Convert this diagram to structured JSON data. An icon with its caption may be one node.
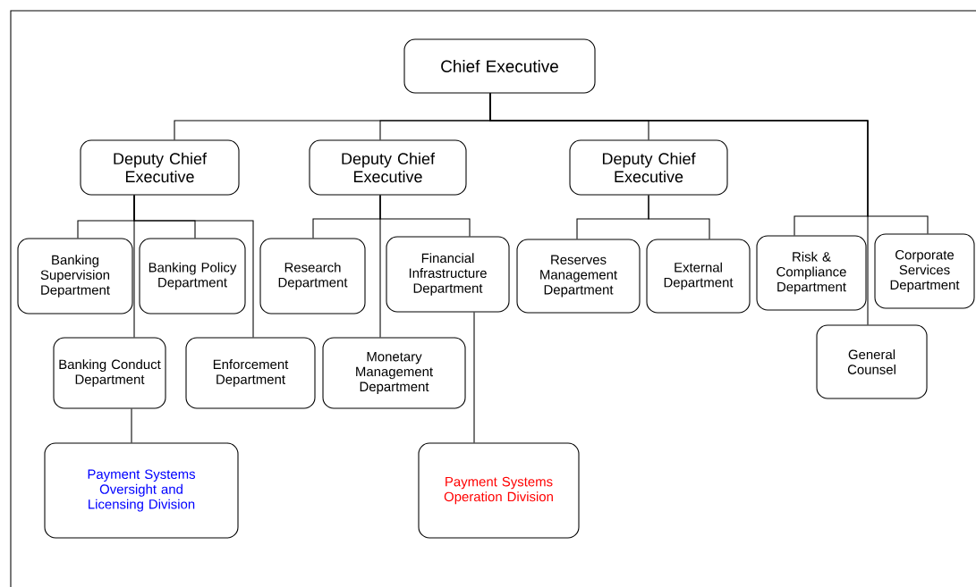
{
  "diagram": {
    "nodes": [
      {
        "text": [
          "Chief Executive"
        ]
      },
      {
        "text": [
          "Deputy Chief Executive"
        ]
      },
      {
        "text": [
          "Banking Supervision Department"
        ]
      },
      {
        "text": [
          "Banking Policy Department"
        ]
      },
      {
        "text": [
          "Banking Conduct Department"
        ]
      },
      {
        "text": [
          "Enforcement Department"
        ]
      },
      {
        "text": [
          "Payment Systems Oversight and Licensing Division"
        ]
      },
      {
        "text": [
          "Deputy Chief Executive"
        ]
      },
      {
        "text": [
          "Research Department"
        ]
      },
      {
        "text": [
          "Financial Infrastructure Department"
        ]
      },
      {
        "text": [
          "Monetary Management Department"
        ]
      },
      {
        "text": [
          "Payment Systems Operation Division"
        ]
      },
      {
        "text": [
          "Deputy Chief Executive"
        ]
      },
      {
        "text": [
          "Reserves Management Department"
        ]
      },
      {
        "text": [
          "External Department"
        ]
      },
      {
        "text": [
          "Risk & Compliance Department"
        ]
      },
      {
        "text": [
          "Corporate Services Department"
        ]
      },
      {
        "text": [
          "General Counsel"
        ]
      }
    ],
    "edges": [
      {
        "from": 0,
        "to": 1,
        "arrow": "none"
      },
      {
        "from": 0,
        "to": 7,
        "arrow": "none"
      },
      {
        "from": 0,
        "to": 12,
        "arrow": "none"
      },
      {
        "from": 0,
        "to": 15,
        "arrow": "none"
      },
      {
        "from": 0,
        "to": 16,
        "arrow": "none"
      },
      {
        "from": 0,
        "to": 17,
        "arrow": "none"
      },
      {
        "from": 1,
        "to": 2,
        "arrow": "none"
      },
      {
        "from": 1,
        "to": 3,
        "arrow": "none"
      },
      {
        "from": 1,
        "to": 5,
        "arrow": "none"
      },
      {
        "from": 1,
        "to": 4,
        "arrow": "none"
      },
      {
        "from": 4,
        "to": 6,
        "arrow": "none"
      },
      {
        "from": 7,
        "to": 8,
        "arrow": "none"
      },
      {
        "from": 7,
        "to": 9,
        "arrow": "none"
      },
      {
        "from": 7,
        "to": 10,
        "arrow": "none"
      },
      {
        "from": 9,
        "to": 11,
        "arrow": "none"
      },
      {
        "from": 12,
        "to": 13,
        "arrow": "none"
      },
      {
        "from": 12,
        "to": 14,
        "arrow": "none"
      }
    ]
  }
}
